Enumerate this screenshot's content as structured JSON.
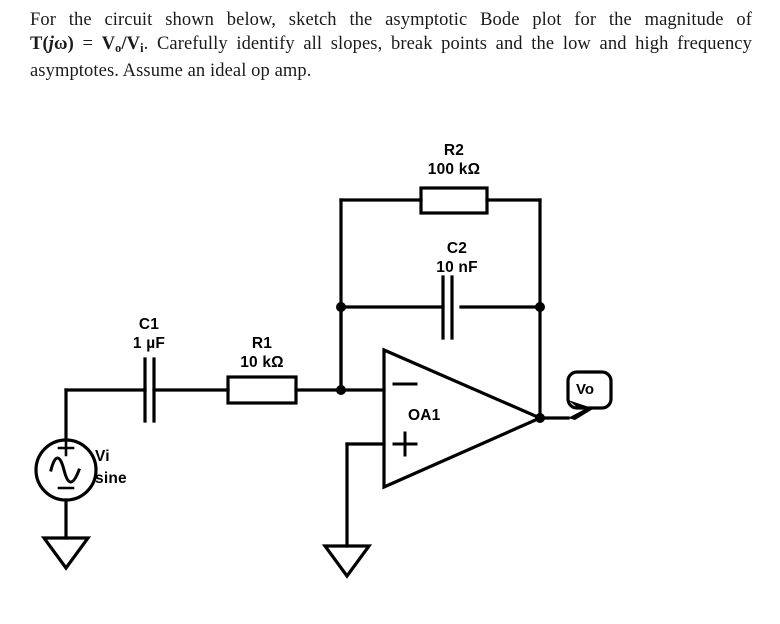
{
  "problem": {
    "line1_a": "For the circuit shown below, sketch the asymptotic Bode plot for the magnitude of",
    "transfer_fn": "T(jω)",
    "equals": "=",
    "ratio_num": "V",
    "ratio_num_sub": "o",
    "ratio_slash": "/",
    "ratio_den": "V",
    "ratio_den_sub": "i",
    "line2_tail": ". Carefully identify all slopes, break points and the low and high",
    "line3": "frequency asymptotes. Assume an ideal op amp."
  },
  "circuit": {
    "title": "inverting-op-amp-bode-circuit",
    "components": [
      {
        "id": "C1",
        "ref": "C1",
        "value": "1 µF",
        "type": "capacitor"
      },
      {
        "id": "R1",
        "ref": "R1",
        "value": "10 kΩ",
        "type": "resistor"
      },
      {
        "id": "R2",
        "ref": "R2",
        "value": "100 kΩ",
        "type": "resistor"
      },
      {
        "id": "C2",
        "ref": "C2",
        "value": "10 nF",
        "type": "capacitor"
      },
      {
        "id": "OA1",
        "ref": "OA1",
        "value": "",
        "type": "opamp"
      },
      {
        "id": "V1",
        "ref": "Vi",
        "value": "sine",
        "type": "source"
      }
    ],
    "labels": {
      "r2_ref": "R2",
      "r2_value": "100 kΩ",
      "c2_ref": "C2",
      "c2_value": "10 nF",
      "c1_ref": "C1",
      "c1_value": "1 µF",
      "r1_ref": "R1",
      "r1_value": "10 kΩ",
      "opamp_ref": "OA1",
      "opamp_minus": "−",
      "opamp_plus": "+",
      "source_ref": "Vi",
      "source_type": "sine",
      "source_plus": "+",
      "source_minus": "−",
      "output_node": "Vo"
    },
    "colors": {
      "wire": "#000000",
      "background": "#ffffff",
      "text": "#000000"
    }
  }
}
